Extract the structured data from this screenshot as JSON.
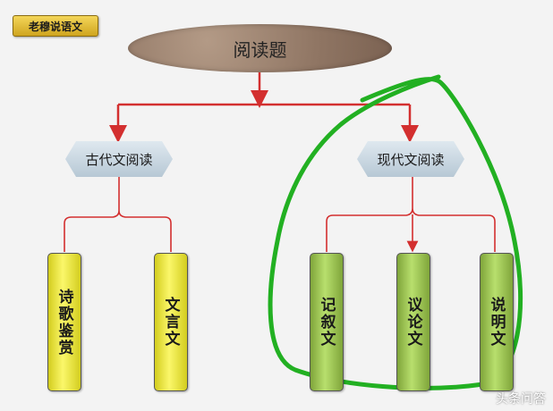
{
  "tag": {
    "label": "老穆说语文"
  },
  "root": {
    "label": "阅读题"
  },
  "branches": {
    "ancient": {
      "label": "古代文阅读",
      "children": [
        "诗歌鉴赏",
        "文言文"
      ]
    },
    "modern": {
      "label": "现代文阅读",
      "children": [
        "记叙文",
        "议论文",
        "说明文"
      ]
    }
  },
  "watermark": "头条问答",
  "colors": {
    "connector": "#d32f2f",
    "highlight_loop": "#22b022",
    "leaf_ancient": "#f5f04a",
    "leaf_modern": "#9fcc55"
  }
}
